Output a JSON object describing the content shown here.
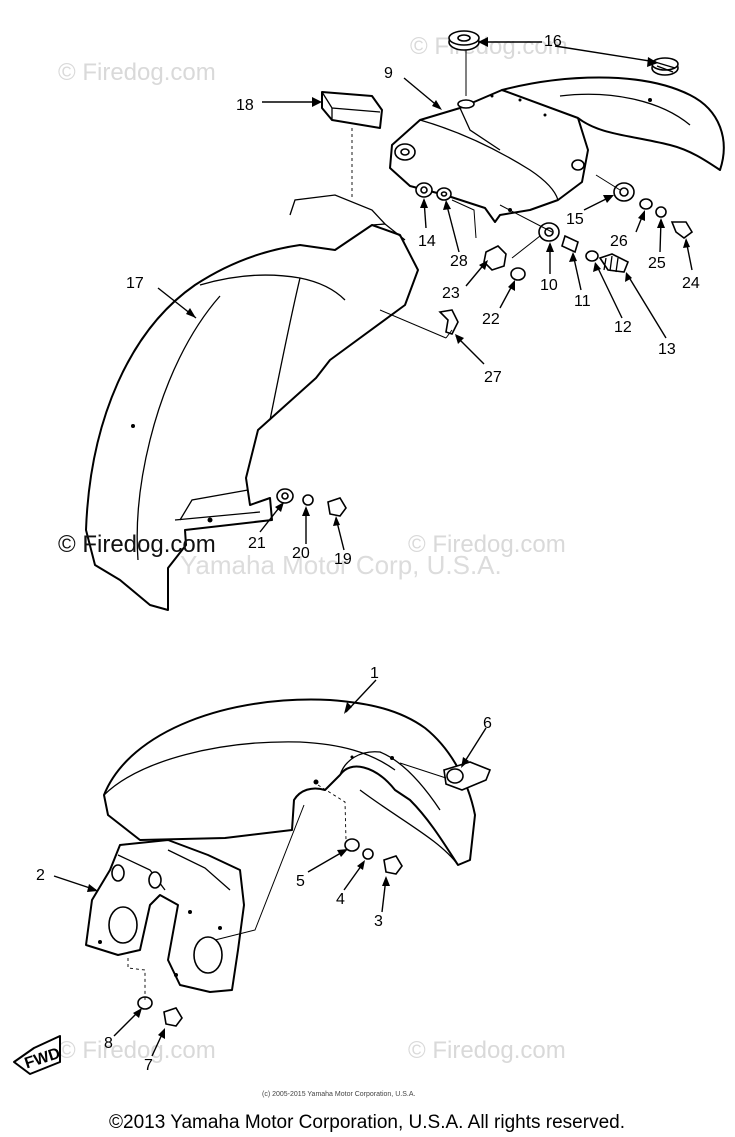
{
  "watermarks": {
    "text": "© Firedog.com",
    "overlay": "Yamaha Motor Corp, U.S.A."
  },
  "callouts": {
    "c1": "1",
    "c2": "2",
    "c3": "3",
    "c4": "4",
    "c5": "5",
    "c6": "6",
    "c7": "7",
    "c8": "8",
    "c9": "9",
    "c10": "10",
    "c11": "11",
    "c12": "12",
    "c13": "13",
    "c14": "14",
    "c15": "15",
    "c16": "16",
    "c17": "17",
    "c18": "18",
    "c19": "19",
    "c20": "20",
    "c21": "21",
    "c22": "22",
    "c23": "23",
    "c24": "24",
    "c25": "25",
    "c26": "26",
    "c27": "27",
    "c28": "28"
  },
  "fwd_label": "FWD",
  "small_copyright": "(c) 2005-2015 Yamaha Motor Corporation, U.S.A.",
  "footer_copyright": "©2013 Yamaha Motor Corporation, U.S.A. All rights reserved."
}
